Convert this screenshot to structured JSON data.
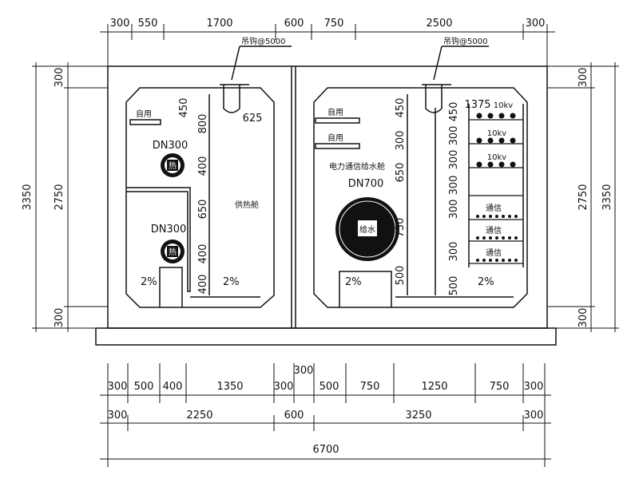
{
  "top_dims": [
    "300",
    "550",
    "1700",
    "600",
    "750",
    "2500",
    "300"
  ],
  "left_dims_outer": [
    "3350"
  ],
  "left_dims_inner": [
    "300",
    "2750",
    "300"
  ],
  "right_dims_outer": [
    "3350"
  ],
  "right_dims_inner": [
    "300",
    "2750",
    "300"
  ],
  "bottom_row1": [
    "300",
    "500",
    "400",
    "1350",
    "300",
    "500",
    "750",
    "1250",
    "750",
    "300"
  ],
  "bottom_row1_extra": "300",
  "bottom_row2": [
    "300",
    "2250",
    "600",
    "3250",
    "300"
  ],
  "bottom_total": "6700",
  "left_chamber": {
    "hanger_label": "吊钩@5000",
    "shelf_label": "自用",
    "dim_450": "450",
    "dim_625": "625",
    "inner_dims": [
      "800",
      "400",
      "650",
      "400",
      "400"
    ],
    "pipe_upper_size": "DN300",
    "pipe_upper_label": "热",
    "pipe_lower_size": "DN300",
    "pipe_lower_label": "热",
    "compartment_label": "供热舱",
    "slope_left": "2%",
    "slope_right": "2%"
  },
  "right_chamber": {
    "hanger_label": "吊钩@5000",
    "shelf_labels": [
      "自用",
      "自用"
    ],
    "compartment_label": "电力通信给水舱",
    "pipe_size": "DN700",
    "pipe_label": "给水",
    "left_dims": [
      "450",
      "300",
      "650",
      "750",
      "500"
    ],
    "right_dims": [
      "450",
      "300",
      "300",
      "300",
      "300",
      "300",
      "500"
    ],
    "top_dim_1375": "1375",
    "rack_labels": [
      "10kv",
      "10kv",
      "10kv",
      "通信",
      "通信",
      "通信"
    ],
    "slope_left": "2%",
    "slope_right": "2%"
  }
}
